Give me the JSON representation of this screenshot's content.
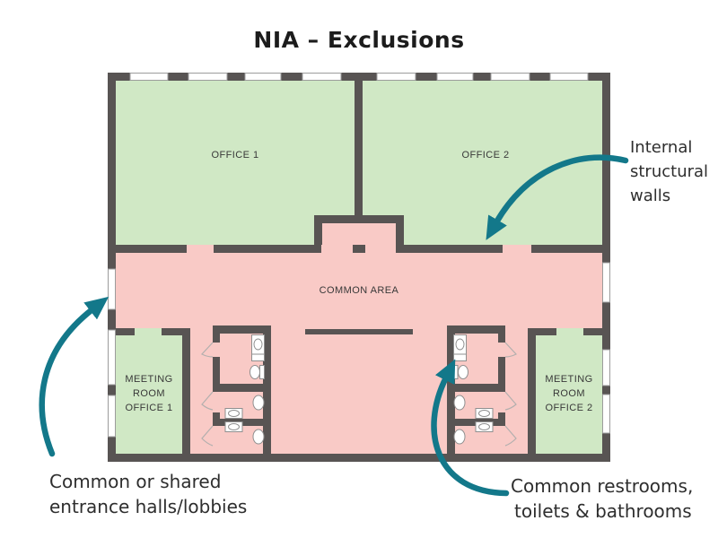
{
  "title": "NIA – Exclusions",
  "floor_plan": {
    "rooms": {
      "office_1": {
        "label": "OFFICE 1"
      },
      "office_2": {
        "label": "OFFICE 2"
      },
      "common_area": {
        "label": "COMMON AREA"
      },
      "meeting_room_1": {
        "line1": "MEETING",
        "line2": "ROOM",
        "line3": "OFFICE 1"
      },
      "meeting_room_2": {
        "line1": "MEETING",
        "line2": "ROOM",
        "line3": "OFFICE 2"
      }
    },
    "colors": {
      "office_fill": "#d0e8c5",
      "excluded_fill": "#f9cac6",
      "wall": "#585453",
      "arrow": "#13788a"
    }
  },
  "annotations": {
    "internal_walls": {
      "line1": "Internal",
      "line2": "structural",
      "line3": "walls"
    },
    "entrance": {
      "line1": "Common or shared",
      "line2": "entrance halls/lobbies"
    },
    "restrooms": {
      "line1": "Common restrooms,",
      "line2": "toilets & bathrooms"
    }
  }
}
